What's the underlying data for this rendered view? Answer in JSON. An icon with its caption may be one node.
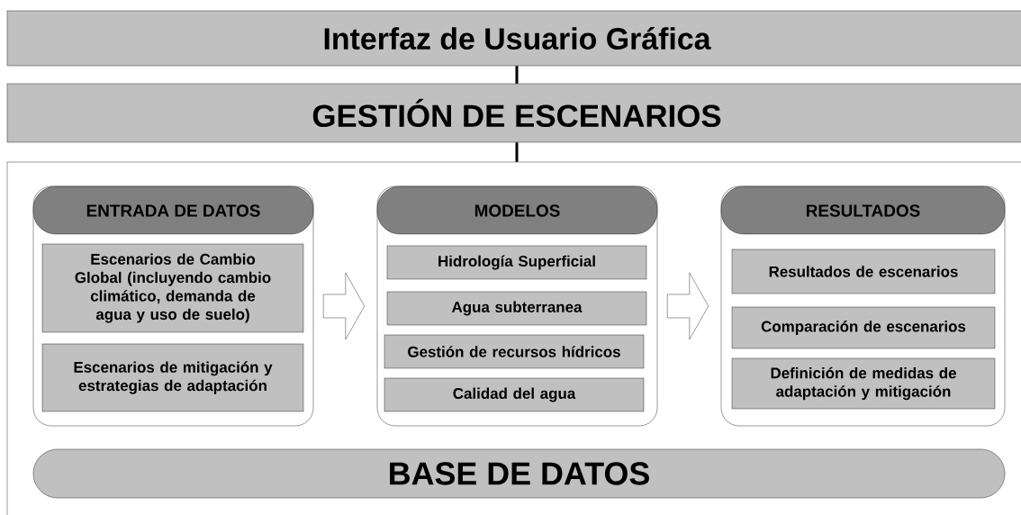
{
  "diagram": {
    "nodes": [
      {
        "text": [
          "Interfaz de Usuario Gráfica"
        ]
      },
      {
        "text": [
          "GESTIÓN DE ESCENARIOS"
        ]
      },
      {
        "text": [],
        "shape": "box"
      },
      {
        "text": [
          "ENTRADA DE DATOS"
        ],
        "in": 2
      },
      {
        "text": [
          "Escenarios de Cambio Global (incluyendo cambio climático, demanda de agua y uso de suelo)"
        ],
        "in": 3
      },
      {
        "text": [
          "Escenarios de mitigación y estrategias de adaptación"
        ],
        "in": 3
      },
      {
        "text": [
          "MODELOS"
        ],
        "in": 2
      },
      {
        "text": [
          "Hidrología Superficial"
        ],
        "in": 6
      },
      {
        "text": [
          "Agua subterranea"
        ],
        "in": 6
      },
      {
        "text": [
          "Gestión de recursos hídricos"
        ],
        "in": 6
      },
      {
        "text": [
          "Calidad del agua"
        ],
        "in": 6
      },
      {
        "text": [
          "RESULTADOS"
        ],
        "in": 2
      },
      {
        "text": [
          "Resultados de escenarios"
        ],
        "in": 11
      },
      {
        "text": [
          "Comparación de escenarios"
        ],
        "in": 11
      },
      {
        "text": [
          "Definición de medidas de adaptación y mitigación"
        ],
        "in": 11
      },
      {
        "text": [
          "BASE DE DATOS"
        ],
        "in": 2
      }
    ],
    "edges": [
      {
        "from": 0,
        "to": 1,
        "arrow": "none"
      },
      {
        "from": 1,
        "to": 2,
        "arrow": "none"
      },
      {
        "from": 3,
        "to": 6,
        "arrow": "to"
      },
      {
        "from": 6,
        "to": 11,
        "arrow": "to"
      }
    ]
  }
}
